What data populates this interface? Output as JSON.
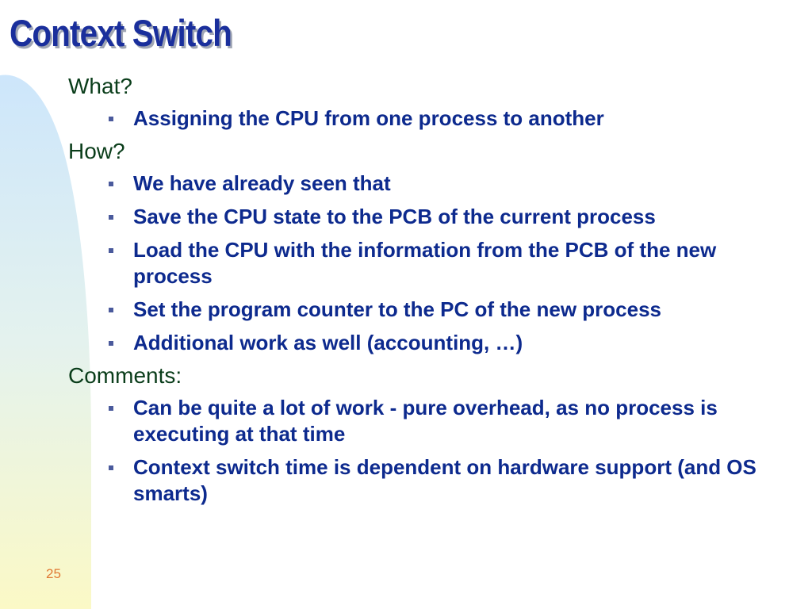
{
  "slide": {
    "title": "Context Switch",
    "page_number": "25",
    "sections": [
      {
        "heading": "What?",
        "bullets": [
          "Assigning the CPU from one process to another"
        ]
      },
      {
        "heading": "How?",
        "bullets": [
          "We have already seen that",
          "Save the CPU state to the PCB of the current process",
          "Load the CPU with the information from the PCB of the new process",
          "Set the program counter to the PC of the new process",
          "Additional work as well (accounting, …)"
        ]
      },
      {
        "heading": "Comments:",
        "bullets": [
          "Can be quite a lot of work - pure overhead, as no process is executing at that time",
          "Context switch time is dependent on hardware support (and OS smarts)"
        ]
      }
    ]
  },
  "colors": {
    "title": "#1a2f9c",
    "heading": "#0a3d1a",
    "bullet_text": "#0d2a8e",
    "page_number": "#e07a34",
    "band_top": "#cfe8fb",
    "band_bottom": "#fbf8c8"
  }
}
